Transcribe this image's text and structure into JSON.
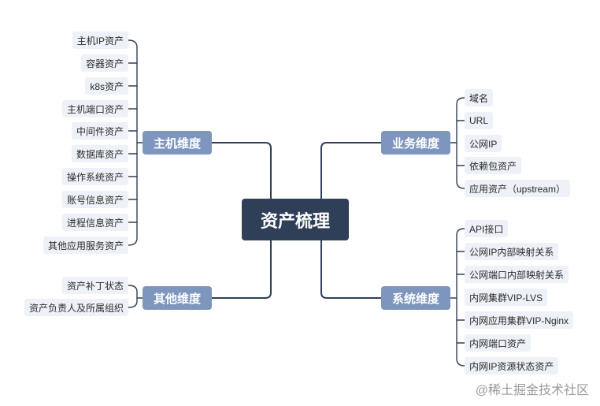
{
  "root": "资产梳理",
  "branches": {
    "host": {
      "label": "主机维度",
      "items": [
        "主机IP资产",
        "容器资产",
        "k8s资产",
        "主机端口资产",
        "中间件资产",
        "数据库资产",
        "操作系统资产",
        "账号信息资产",
        "进程信息资产",
        "其他应用服务资产"
      ]
    },
    "other": {
      "label": "其他维度",
      "items": [
        "资产补丁状态",
        "资产负责人及所属组织"
      ]
    },
    "business": {
      "label": "业务维度",
      "items": [
        "域名",
        "URL",
        "公网IP",
        "依赖包资产",
        "应用资产（upstream）"
      ]
    },
    "system": {
      "label": "系统维度",
      "items": [
        "API接口",
        "公网IP内部映射关系",
        "公网端口内部映射关系",
        "内网集群VIP-LVS",
        "内网应用集群VIP-Nginx",
        "内网端口资产",
        "内网IP资源状态资产"
      ]
    }
  },
  "watermark": "@稀土掘金技术社区",
  "colors": {
    "root_bg": "#2f3f57",
    "branch_bg": "#7e96be",
    "leaf_bg": "#eef1f7",
    "line": "#2f3f57"
  }
}
